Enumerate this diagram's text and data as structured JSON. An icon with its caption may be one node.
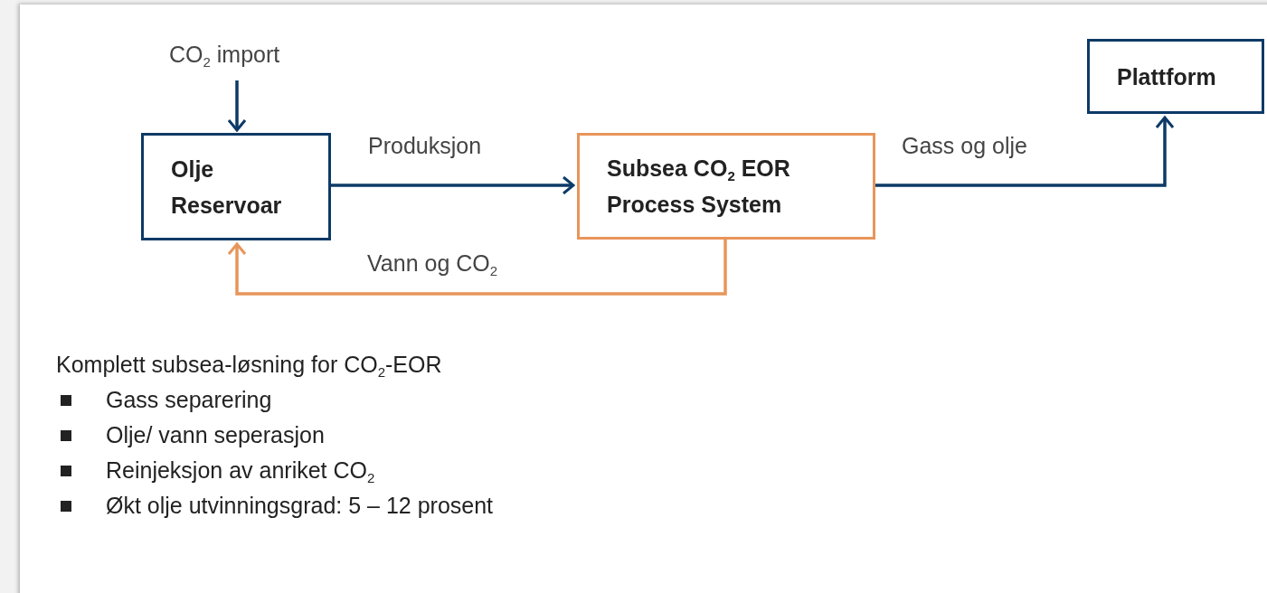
{
  "diagram": {
    "nodes": [
      {
        "text": [
          "CO$_{2}$ import"
        ]
      },
      {
        "text": [
          "Olje Reservoar"
        ]
      },
      {
        "text": [
          "Subsea CO$_{2}$ EOR Process System"
        ]
      },
      {
        "text": [
          "Plattform"
        ]
      }
    ],
    "edges": [
      {
        "from": 0,
        "to": 1,
        "arrow": "to"
      },
      {
        "from": 1,
        "to": 2,
        "arrow": "to",
        "label": "Produksjon"
      },
      {
        "from": 2,
        "to": 3,
        "arrow": "to",
        "label": "Gass og olje"
      },
      {
        "from": 2,
        "to": 1,
        "arrow": "to",
        "label": "Vann og CO$_{2}$",
        "color": "#e8955a"
      }
    ],
    "labels": [
      "Komplett subsea-løsning for CO$_{2}$-EOR",
      "Gass separering",
      "Olje/ vann seperasjon",
      "Reinjeksjon av anriket CO$_{2}$",
      "Økt olje utvinningsgrad: 5 – 12 prosent"
    ]
  }
}
